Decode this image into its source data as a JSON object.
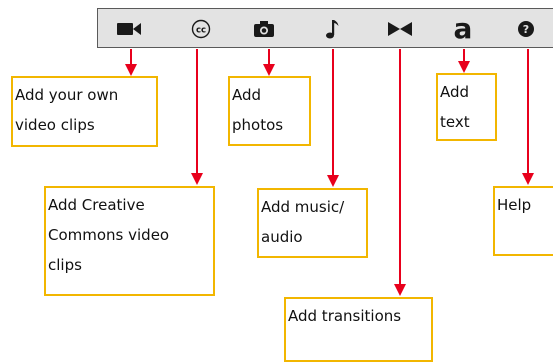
{
  "toolbar": {
    "tools": [
      {
        "icon": "video-camera-icon"
      },
      {
        "icon": "creative-commons-icon"
      },
      {
        "icon": "camera-icon"
      },
      {
        "icon": "music-note-icon"
      },
      {
        "icon": "bowtie-transition-icon"
      },
      {
        "icon": "text-a-icon",
        "glyph": "a"
      },
      {
        "icon": "help-circle-icon",
        "glyph": "?"
      }
    ]
  },
  "callouts": {
    "video_clips": "Add your own\nvideo clips",
    "cc_clips": "Add Creative\nCommons video\nclips",
    "photos": "Add\nphotos",
    "music": "Add music/\naudio",
    "transitions": "Add transitions",
    "text": "Add\ntext",
    "help": "Help"
  },
  "colors": {
    "arrow": "#e8001c",
    "callout_border": "#f2b600",
    "toolbar_bg": "#e3e3e3",
    "icon": "#1a1a1a"
  }
}
